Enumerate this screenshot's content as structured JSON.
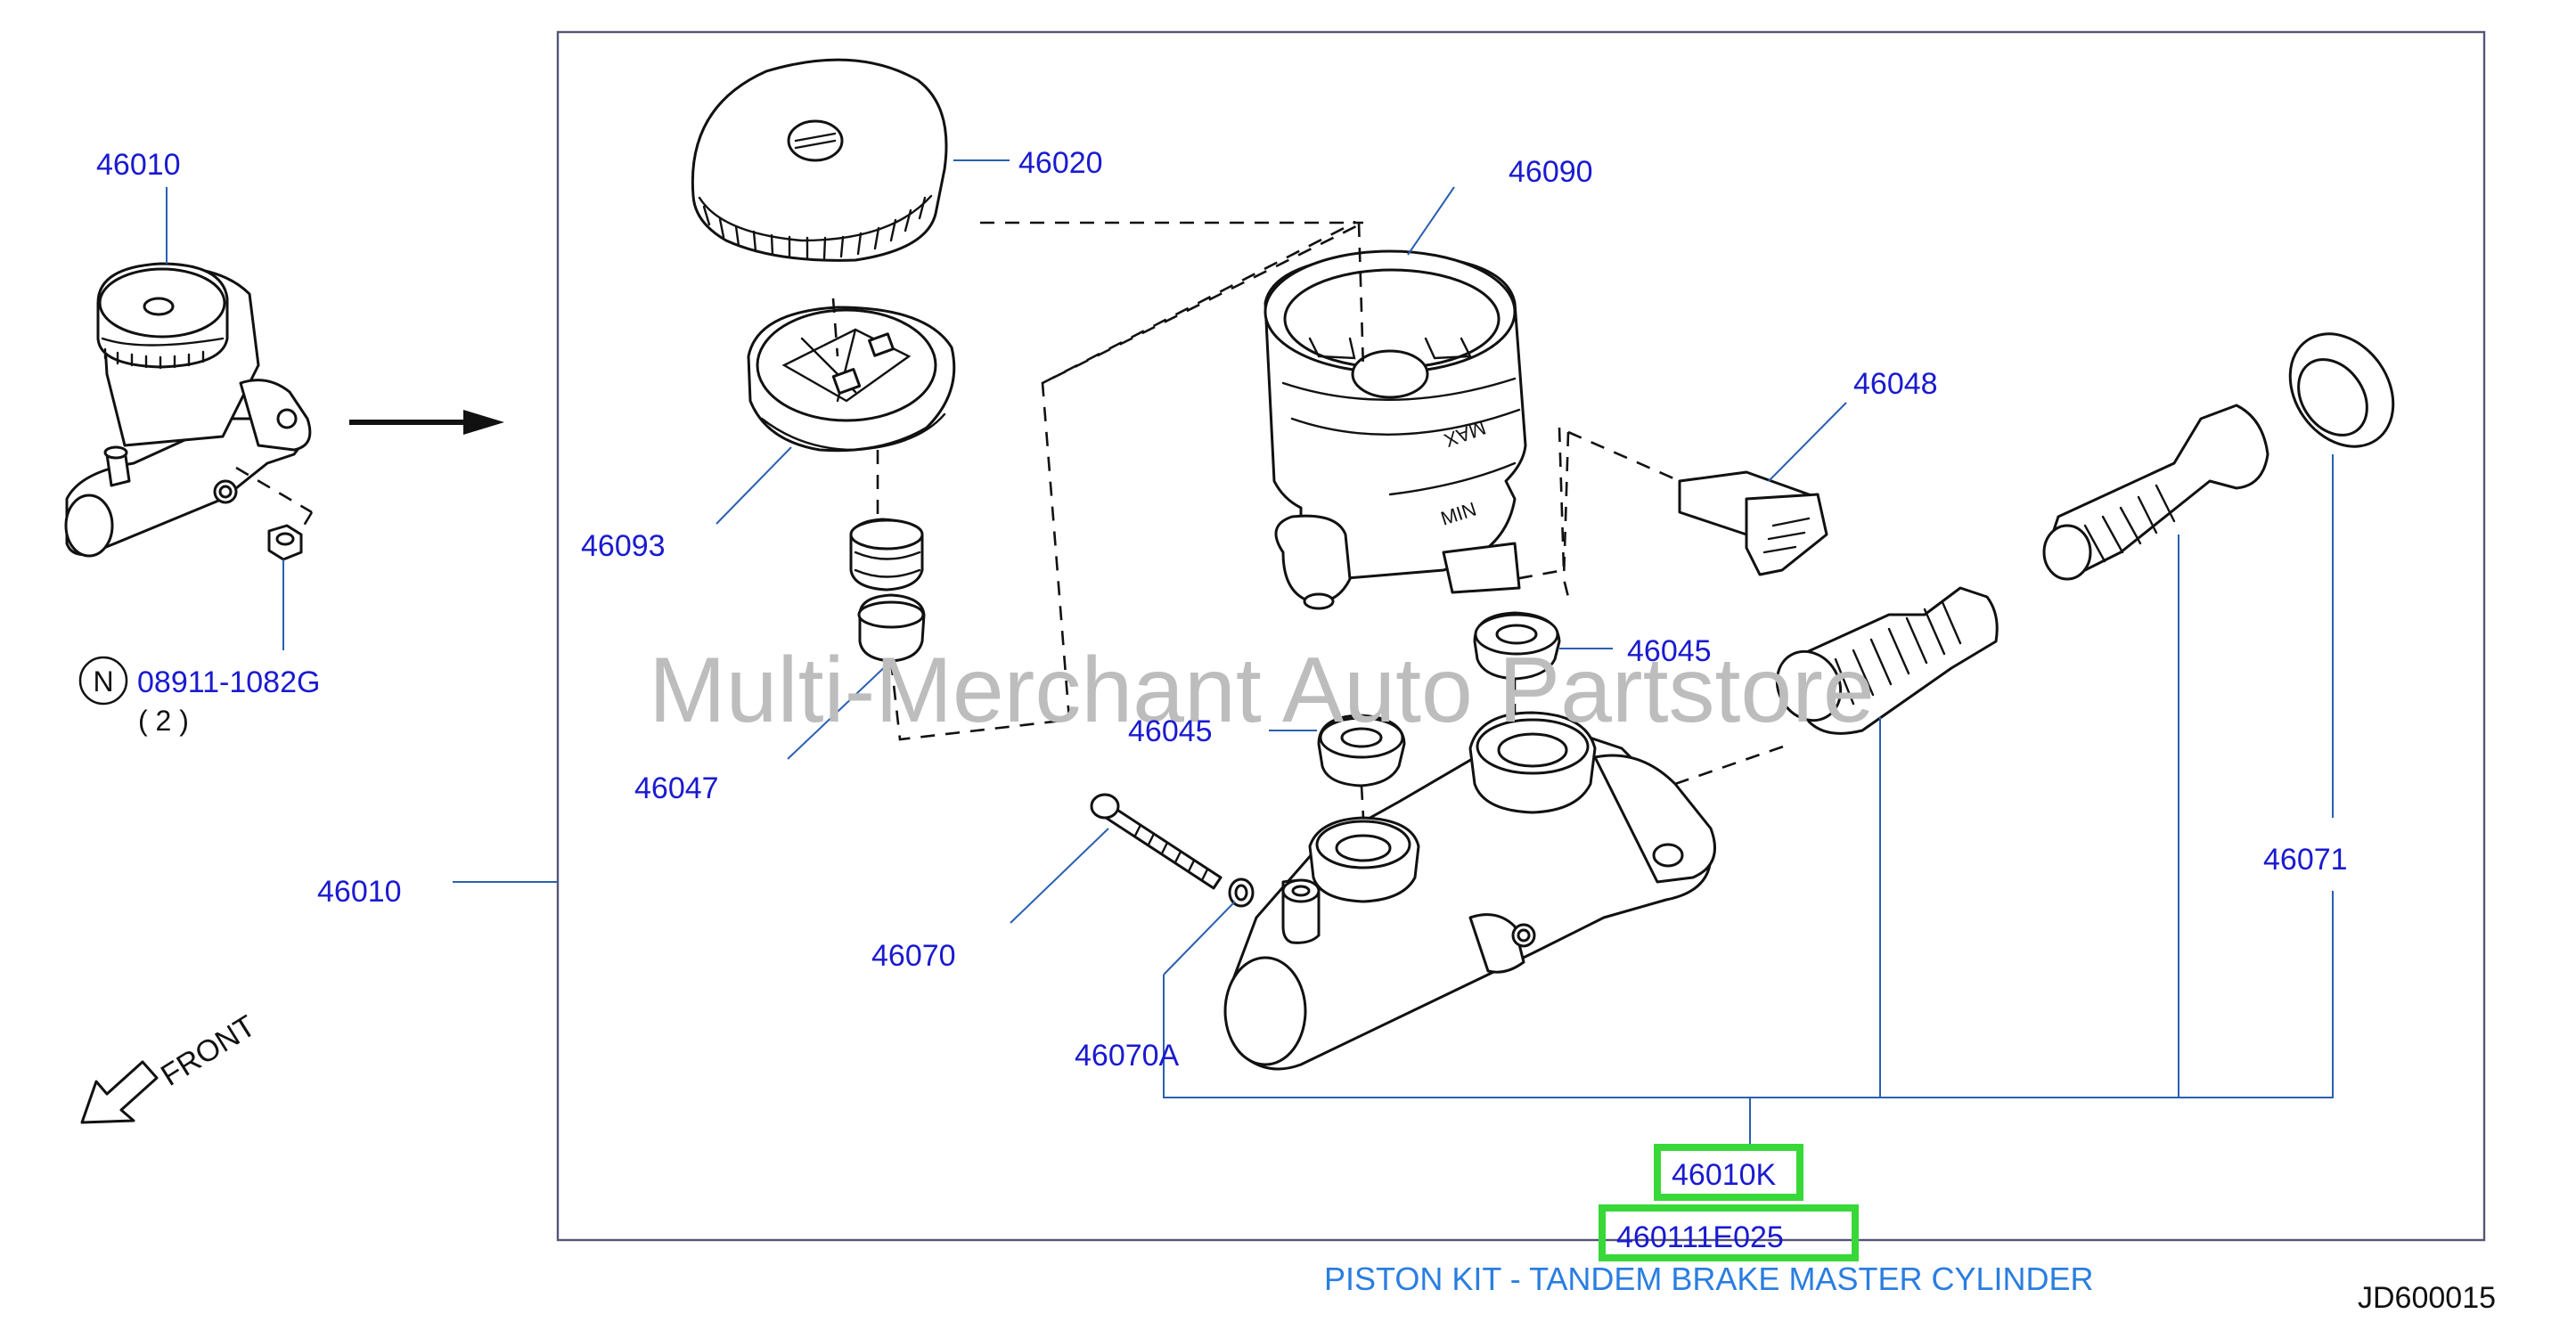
{
  "watermark": "Multi-Merchant Auto Partstore",
  "parts": {
    "p46010_small": "46010",
    "p46010_main": "46010",
    "p46020": "46020",
    "p46090": "46090",
    "p46048": "46048",
    "p46093": "46093",
    "p46047": "46047",
    "p46045_a": "46045",
    "p46045_b": "46045",
    "p46070": "46070",
    "p46070A": "46070A",
    "p46071": "46071",
    "p46010K": "46010K",
    "p460111E025": "460111E025"
  },
  "nut": {
    "badge": "N",
    "part": "08911-1082G",
    "qty": "( 2 )"
  },
  "front_label": "FRONT",
  "caption": "PISTON KIT - TANDEM BRAKE MASTER CYLINDER",
  "diagram_code": "JD600015",
  "reservoir_marks": {
    "max": "MAX",
    "min": "MIN"
  },
  "colors": {
    "label": "#1a1ad0",
    "caption": "#2a7ee0",
    "highlight": "#38d838",
    "watermark": "#bdbdbd"
  }
}
